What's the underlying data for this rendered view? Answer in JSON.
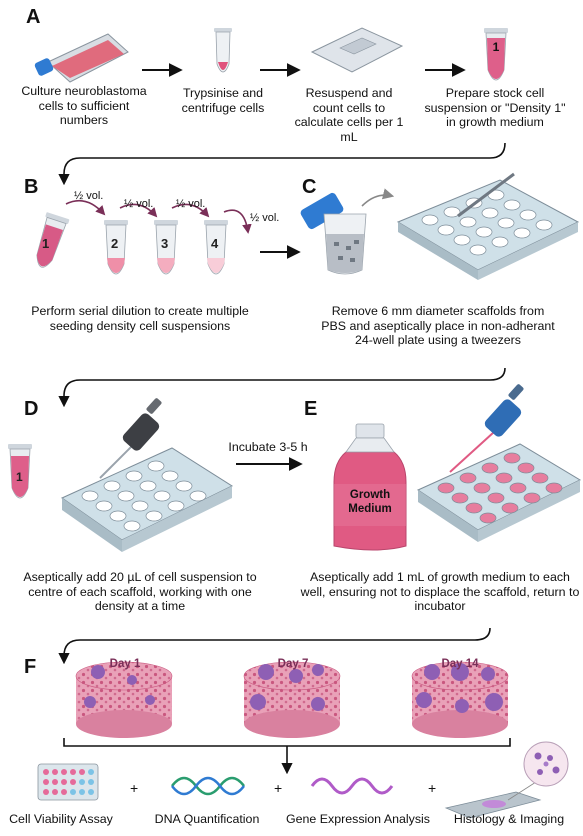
{
  "sections": {
    "a": {
      "label": "A",
      "steps": [
        "Culture neuroblastoma cells to sufficient numbers",
        "Trypsinise and centrifuge cells",
        "Resuspend and count cells to calculate cells per 1 mL",
        "Prepare stock cell suspension or \"Density 1\" in growth medium"
      ],
      "tube_number": "1"
    },
    "b": {
      "label": "B",
      "half_volume": "½ vol.",
      "tube_numbers": [
        "1",
        "2",
        "3",
        "4"
      ],
      "caption": "Perform serial dilution to create multiple seeding density cell suspensions"
    },
    "c": {
      "label": "C",
      "caption": "Remove 6 mm diameter scaffolds from PBS and aseptically place in non-adherant 24-well plate using a tweezers"
    },
    "d": {
      "label": "D",
      "tube_number": "1",
      "caption": "Aseptically add 20 µL of cell suspension to centre of each scaffold, working with one density at a time"
    },
    "incubate": "Incubate 3-5 h",
    "e": {
      "label": "E",
      "bottle_label": "Growth Medium",
      "caption": "Aseptically add 1 mL of growth medium to each well, ensuring not to displace the scaffold, return to incubator"
    },
    "f": {
      "label": "F",
      "days": [
        "Day 1",
        "Day 7",
        "Day 14"
      ],
      "plus": "+",
      "assays": [
        "Cell Viability Assay",
        "DNA Quantification",
        "Gene Expression Analysis",
        "Histology & Imaging"
      ]
    },
    "colors": {
      "accent": "#7a2f58",
      "pink": "#e25b84",
      "blue": "#2f7bd2",
      "scaffold": "#e9a1b8"
    }
  }
}
